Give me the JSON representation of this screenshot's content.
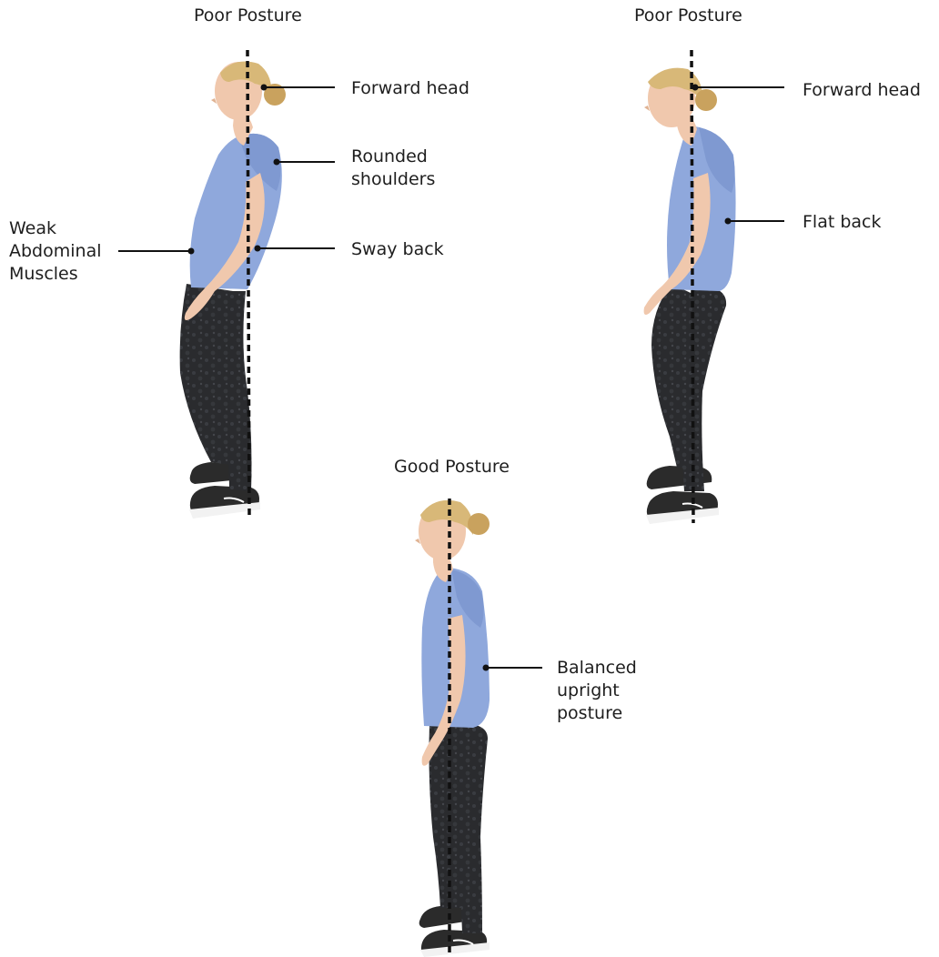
{
  "figures": [
    {
      "heading": "Poor Posture",
      "labels": [
        "Forward head",
        "Rounded\nshoulders",
        "Sway back",
        "Weak\nAbdominal\nMuscles"
      ]
    },
    {
      "heading": "Poor Posture",
      "labels": [
        "Forward head",
        "Flat back"
      ]
    },
    {
      "heading": "Good Posture",
      "labels": [
        "Balanced\nupright\nposture"
      ]
    }
  ],
  "colors": {
    "shirt": "#8fa8dc",
    "shirt_shade": "#7590c8",
    "leggings": "#2a2b2e",
    "skin": "#f0c8ad",
    "hair": "#d8b878",
    "shoe": "#2b2b2b",
    "sole": "#f4f4f4",
    "line": "#111111"
  }
}
